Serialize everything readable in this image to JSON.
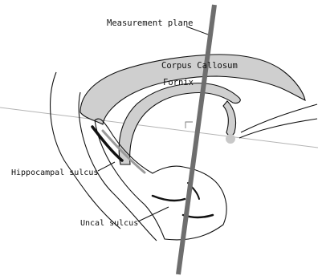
{
  "labels": {
    "measurement_plane": "Measurement plane",
    "corpus_callosum": "Corpus Callosum",
    "fornix": "Fornix",
    "hippocampal_sulcus": "Hippocampal sulcus",
    "uncal_sulcus": "Uncal sulcus"
  },
  "colors": {
    "structure_fill": "#cfcfcf",
    "outline": "#111111",
    "measurement_plane": "#6e6e6e",
    "horizontal_plane": "#b4b4b4",
    "background": "#ffffff"
  }
}
